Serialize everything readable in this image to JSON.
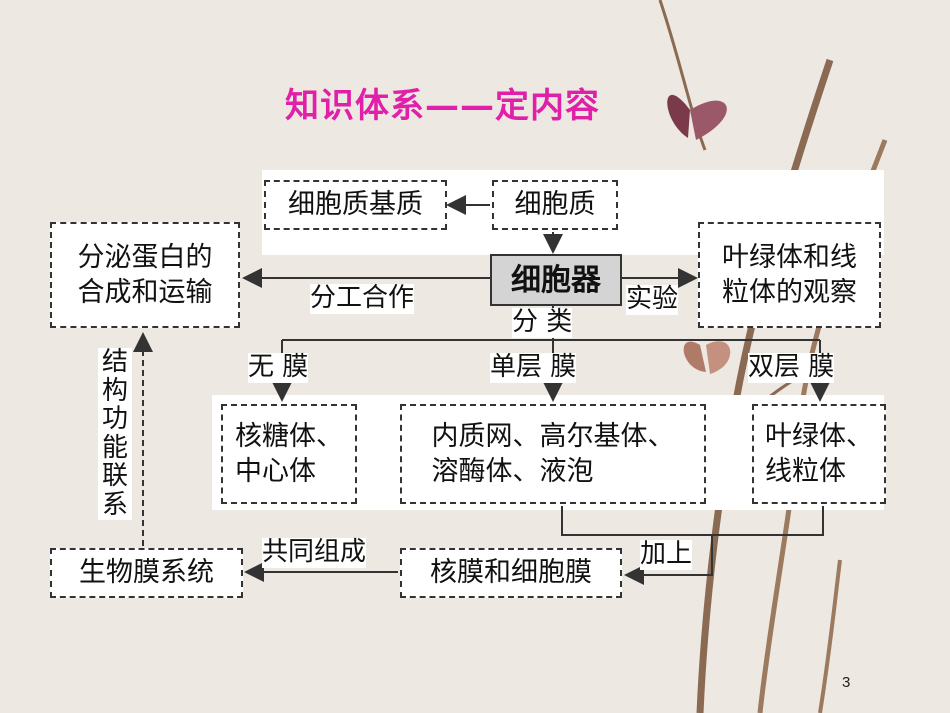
{
  "title": "知识体系——定内容",
  "nodes": {
    "cytoplasmic_matrix": "细胞质基质",
    "cytoplasm": "细胞质",
    "organelles": "细胞器",
    "secretory_protein": [
      "分泌蛋白的",
      "合成和运输"
    ],
    "chloro_mito_observe": [
      "叶绿体和线",
      "粒体的观察"
    ],
    "no_membrane": [
      "核糖体、",
      "中心体"
    ],
    "single_membrane": [
      "内质网、高尔基体、",
      "溶酶体、液泡"
    ],
    "double_membrane": [
      "叶绿体、",
      "线粒体"
    ],
    "biomembrane_system": "生物膜系统",
    "nuclear_cell_membrane": "核膜和细胞膜"
  },
  "edge_labels": {
    "division_cooperation": "分工合作",
    "experiment": "实验",
    "classification": "分 类",
    "no_membrane": "无 膜",
    "single_membrane": "单层 膜",
    "double_membrane": "双层 膜",
    "add": "加上",
    "together_compose": "共同组成",
    "structure_function_link": "结构功能联系"
  },
  "page_number": "3",
  "colors": {
    "title": "#e020a8",
    "center_fill": "#d4d4d4",
    "line": "#333333"
  }
}
